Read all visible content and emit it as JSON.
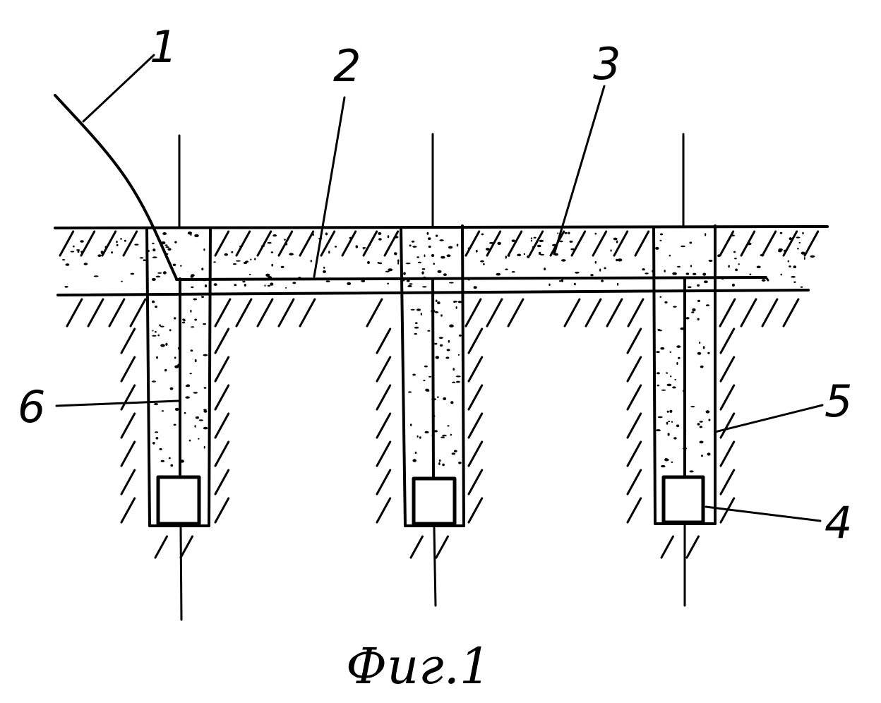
{
  "figure": {
    "caption": "Фиг.1",
    "labels": {
      "l1": "1",
      "l2": "2",
      "l3": "3",
      "l4": "4",
      "l5": "5",
      "l6": "6"
    },
    "colors": {
      "ink": "#000000",
      "paper": "#ffffff"
    }
  }
}
